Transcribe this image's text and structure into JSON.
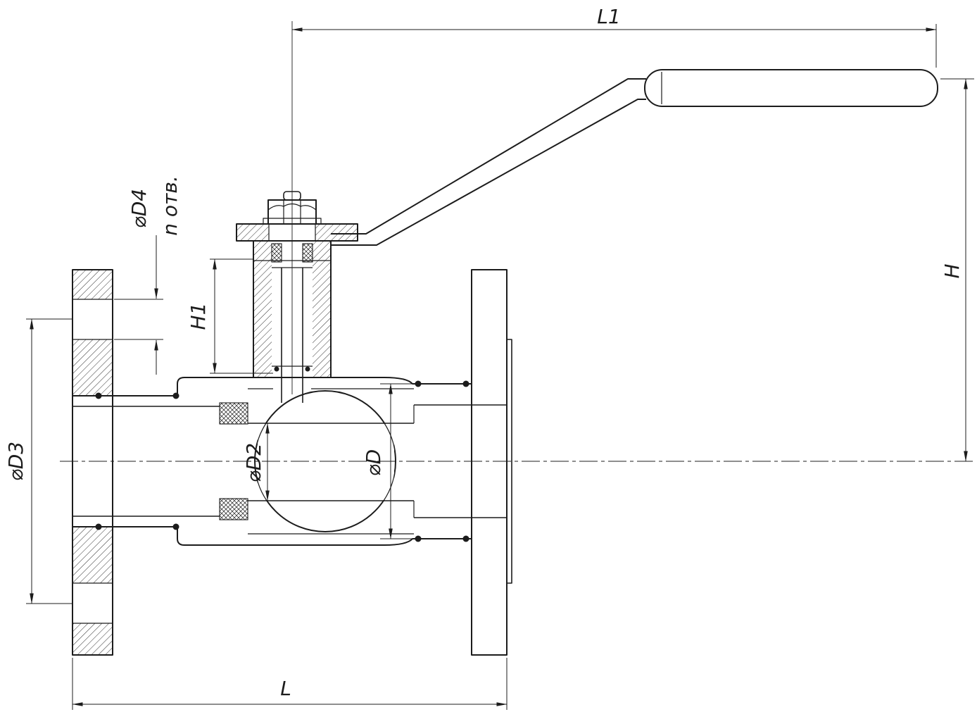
{
  "drawing": {
    "dim_labels": {
      "l1": "L1",
      "h": "H",
      "h1": "H1",
      "l": "L",
      "d": "⌀D",
      "d2": "⌀D2",
      "d3": "⌀D3",
      "d4": "⌀D4",
      "holes": "n отв."
    },
    "colors": {
      "line": "#1c1c1c",
      "background": "#ffffff"
    }
  }
}
